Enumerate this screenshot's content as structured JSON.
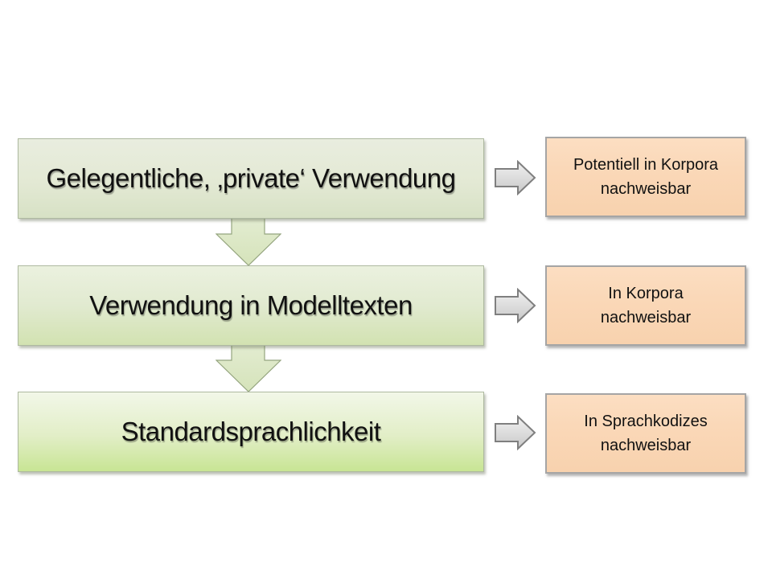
{
  "diagram": {
    "stages": [
      {
        "box_label": "Gelegentliche, ‚private‘ Verwendung",
        "result_line1": "Potentiell in Korpora",
        "result_line2": "nachweisbar"
      },
      {
        "box_label": "Verwendung in Modelltexten",
        "result_line1": "In Korpora",
        "result_line2": "nachweisbar"
      },
      {
        "box_label": "Standardsprachlichkeit",
        "result_line1": "In Sprachkodizes",
        "result_line2": "nachweisbar"
      }
    ],
    "colors": {
      "stage1_gradient_top": "#E9EDDF",
      "stage1_gradient_bottom": "#D7E1C5",
      "stage2_gradient_top": "#EBF1DF",
      "stage2_gradient_bottom": "#D2E2B1",
      "stage3_gradient_top": "#F2F7E8",
      "stage3_gradient_bottom": "#C8E594",
      "stage_border": "#AEB9A0",
      "down_arrow_fill": "#DCE8C3",
      "down_arrow_stroke": "#95A57F",
      "right_arrow_fill_top": "#EFEFEF",
      "right_arrow_fill_bottom": "#C7C7C7",
      "right_arrow_stroke": "#7F7F7F",
      "result_fill": "#FAD8B8",
      "result_border": "#A5A5A5",
      "text_color": "#111111",
      "background": "#FFFFFF"
    }
  }
}
